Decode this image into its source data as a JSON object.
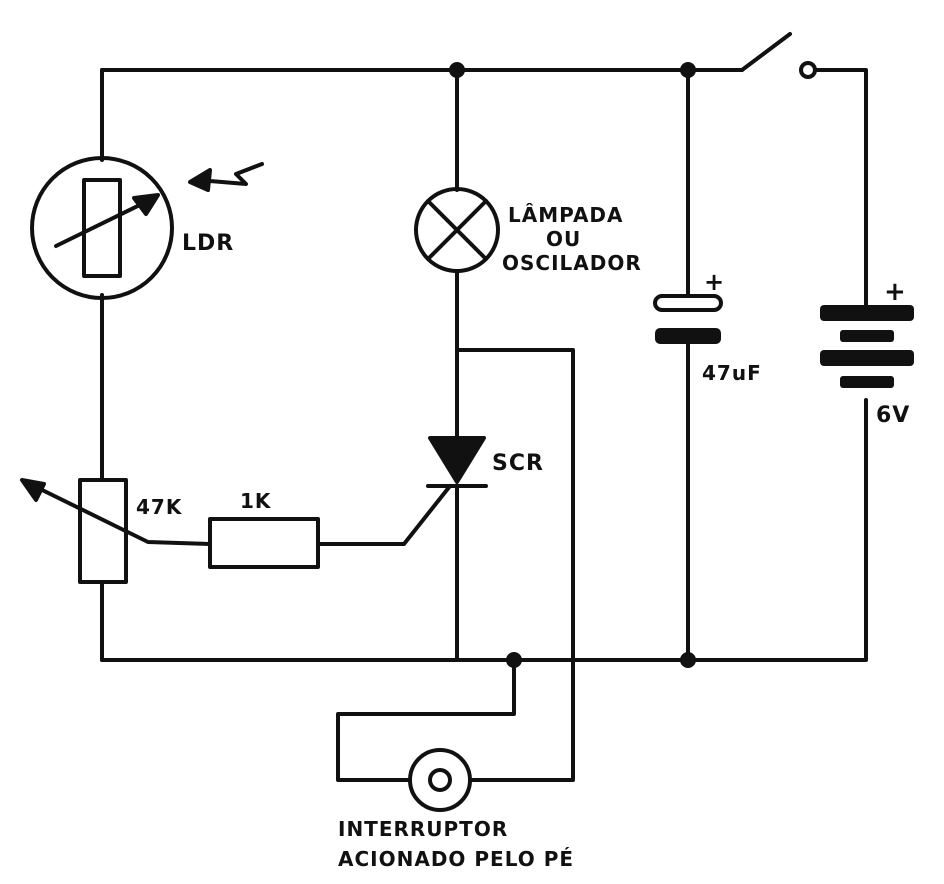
{
  "labels": {
    "ldr": "LDR",
    "lamp_line1": "LÂMPADA",
    "lamp_line2": "OU",
    "lamp_line3": "OSCILADOR",
    "scr": "SCR",
    "pot": "47K",
    "resistor": "1K",
    "capacitor": "47uF",
    "cap_plus": "+",
    "battery": "6V",
    "bat_plus": "+",
    "switch_line1": "INTERRUPTOR",
    "switch_line2": "ACIONADO  PELO  PÉ"
  },
  "colors": {
    "ink": "#111111",
    "paper": "#ffffff"
  }
}
